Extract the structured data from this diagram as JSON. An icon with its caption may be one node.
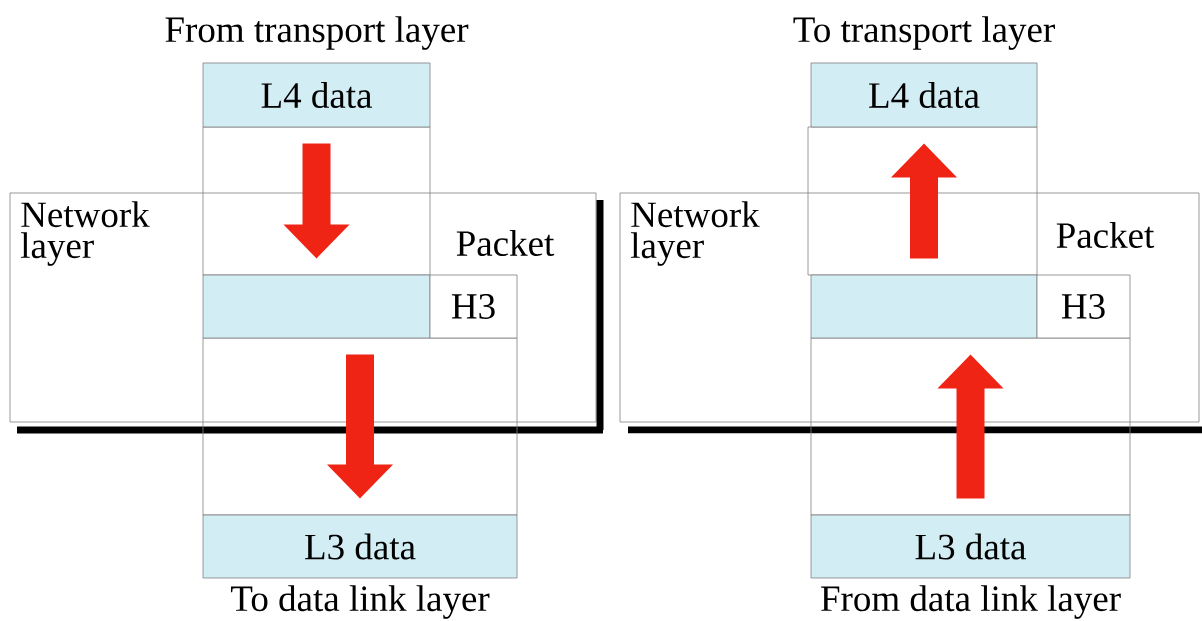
{
  "diagram": {
    "nodes": [
      {
        "text": [
          "Network layer"
        ]
      },
      {
        "text": [
          "L4 data"
        ],
        "beside": [
          "From transport layer"
        ]
      },
      {
        "text": [],
        "shape": "box",
        "in": 0
      },
      {
        "text": [
          "H3"
        ],
        "in": 0
      },
      {
        "text": [
          "L3 data"
        ],
        "beside": [
          "To data link layer"
        ]
      },
      {
        "text": [
          "Network layer"
        ]
      },
      {
        "text": [
          "L4 data"
        ],
        "beside": [
          "To transport layer"
        ]
      },
      {
        "text": [],
        "shape": "box",
        "in": 5
      },
      {
        "text": [
          "H3"
        ],
        "in": 5
      },
      {
        "text": [
          "L3 data"
        ],
        "beside": [
          "From data link layer"
        ]
      }
    ],
    "edges": [
      {
        "from": 1,
        "to": 2,
        "arrow": "to"
      },
      {
        "from": 2,
        "to": 4,
        "arrow": "to"
      },
      {
        "from": 9,
        "to": 7,
        "arrow": "to"
      },
      {
        "from": 7,
        "to": 6,
        "arrow": "to"
      }
    ],
    "labels": [
      "Packet",
      "Packet"
    ]
  }
}
